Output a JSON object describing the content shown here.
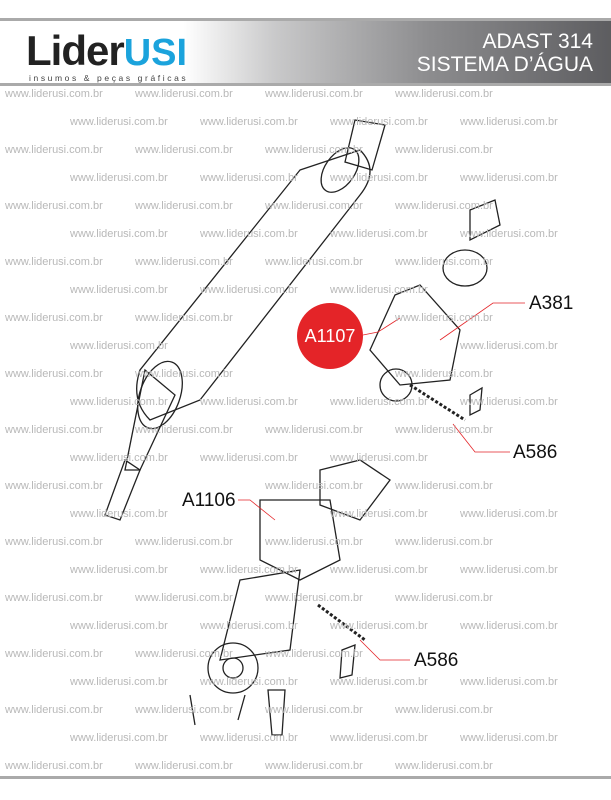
{
  "header": {
    "logo_part1": "Lider",
    "logo_part2": "USI",
    "logo_tagline": "insumos & peças gráficas",
    "title_line1": "ADAST 314",
    "title_line2": "SISTEMA D’ÁGUA"
  },
  "watermark": "www.liderusi.com.br",
  "callouts": {
    "a1107": "A1107",
    "a381": "A381",
    "a586_top": "A586",
    "a1106": "A1106",
    "a586_bottom": "A586"
  },
  "colors": {
    "highlight": "#e42428",
    "brand_blue": "#1ba3dc"
  }
}
